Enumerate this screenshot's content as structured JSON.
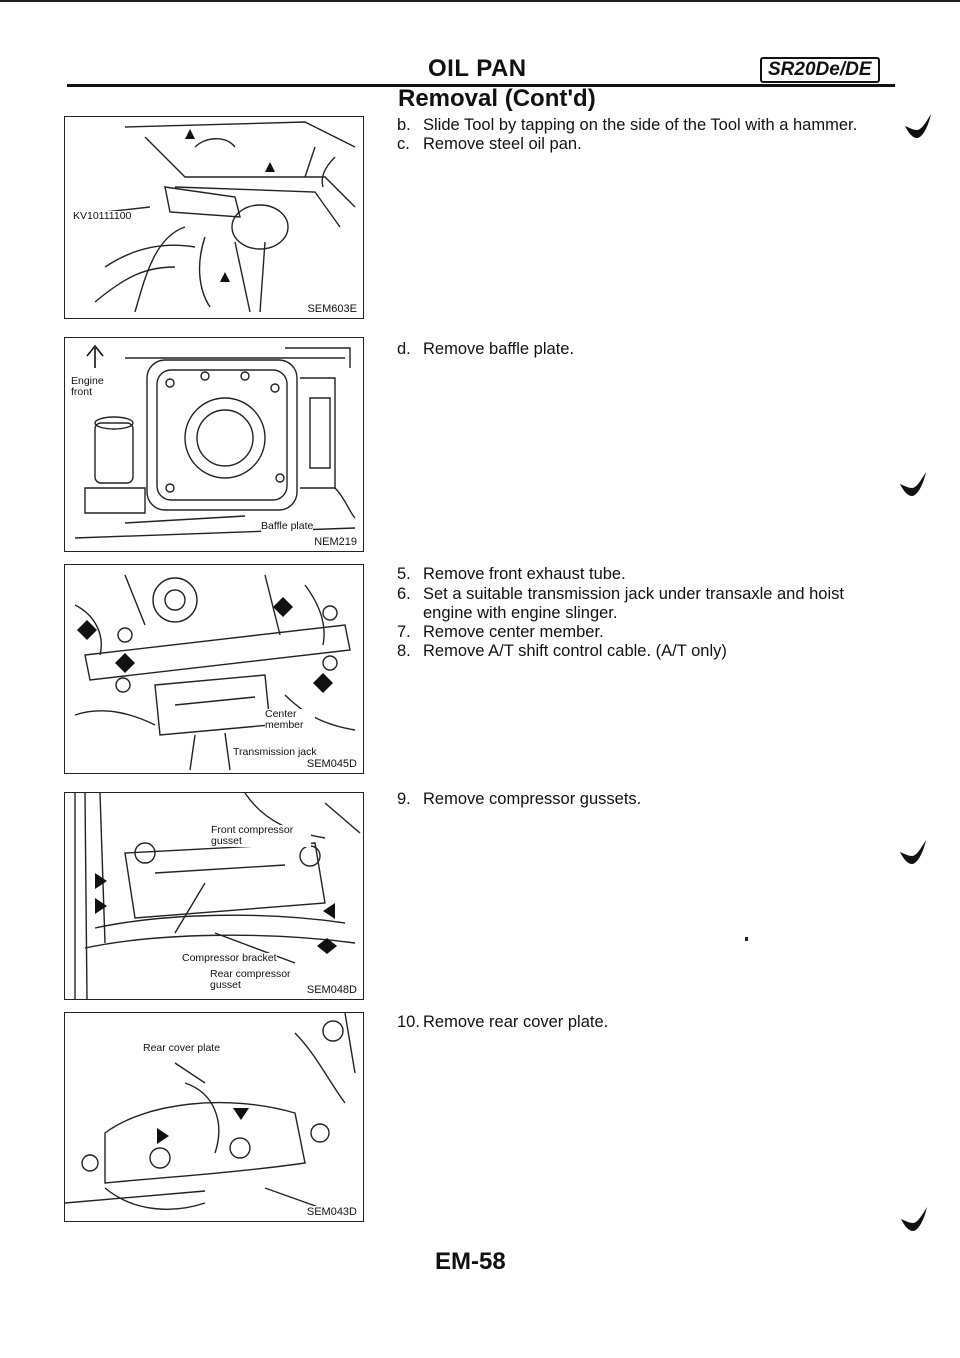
{
  "header": {
    "title": "OIL PAN",
    "badge": "SR20De/DE",
    "subtitle": "Removal (Cont'd)"
  },
  "figures": [
    {
      "code": "SEM603E",
      "labels": [
        "KV10111100"
      ]
    },
    {
      "code": "NEM219",
      "labels": [
        "Engine front",
        "Baffle plate"
      ]
    },
    {
      "code": "SEM045D",
      "labels": [
        "Center member",
        "Transmission jack"
      ]
    },
    {
      "code": "SEM048D",
      "labels": [
        "Front compressor gusset",
        "Compressor bracket",
        "Rear compressor gusset"
      ]
    },
    {
      "code": "SEM043D",
      "labels": [
        "Rear cover plate"
      ]
    }
  ],
  "steps": {
    "b": {
      "num": "b.",
      "text": "Slide Tool by tapping on the side of the Tool with a hammer."
    },
    "c": {
      "num": "c.",
      "text": "Remove steel oil pan."
    },
    "d": {
      "num": "d.",
      "text": "Remove baffle plate."
    },
    "s5": {
      "num": "5.",
      "text": "Remove front exhaust tube."
    },
    "s6a": {
      "num": "6.",
      "text": "Set a suitable transmission jack under transaxle and hoist"
    },
    "s6b": "engine with engine slinger.",
    "s7": {
      "num": "7.",
      "text": "Remove center member."
    },
    "s8": {
      "num": "8.",
      "text": "Remove A/T shift control cable. (A/T only)"
    },
    "s9": {
      "num": "9.",
      "text": "Remove compressor gussets."
    },
    "s10": {
      "num": "10.",
      "text": "Remove rear cover plate."
    }
  },
  "footer": {
    "page": "EM-58"
  }
}
